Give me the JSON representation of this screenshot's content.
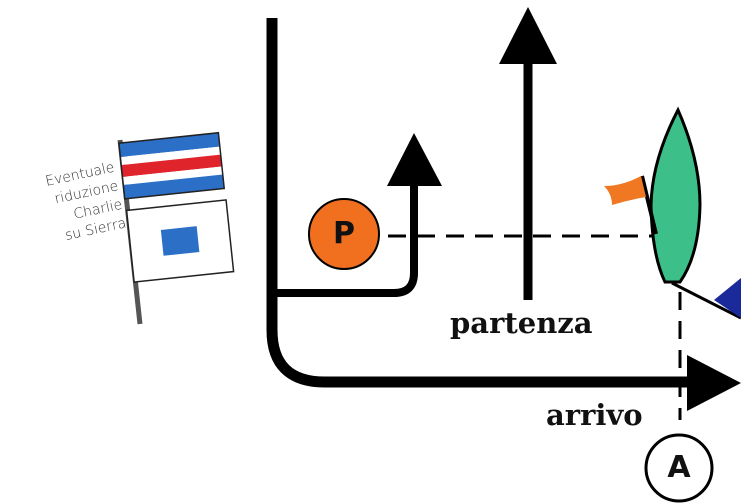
{
  "note": {
    "lines": [
      "Eventuale",
      "riduzione",
      "Charlie",
      "su Sierra"
    ]
  },
  "labels": {
    "start": "partenza",
    "finish": "arrivo"
  },
  "marks": {
    "start_mark": "P",
    "finish_mark": "A"
  },
  "colors": {
    "line": "#000000",
    "flag_blue": "#2b6fc7",
    "flag_red": "#e0242c",
    "flag_white": "#ffffff",
    "start_mark_fill": "#f07020",
    "boat_hull": "#3dbf8a",
    "orange_flag": "#f07822",
    "navy_flag": "#1b2a9a"
  }
}
